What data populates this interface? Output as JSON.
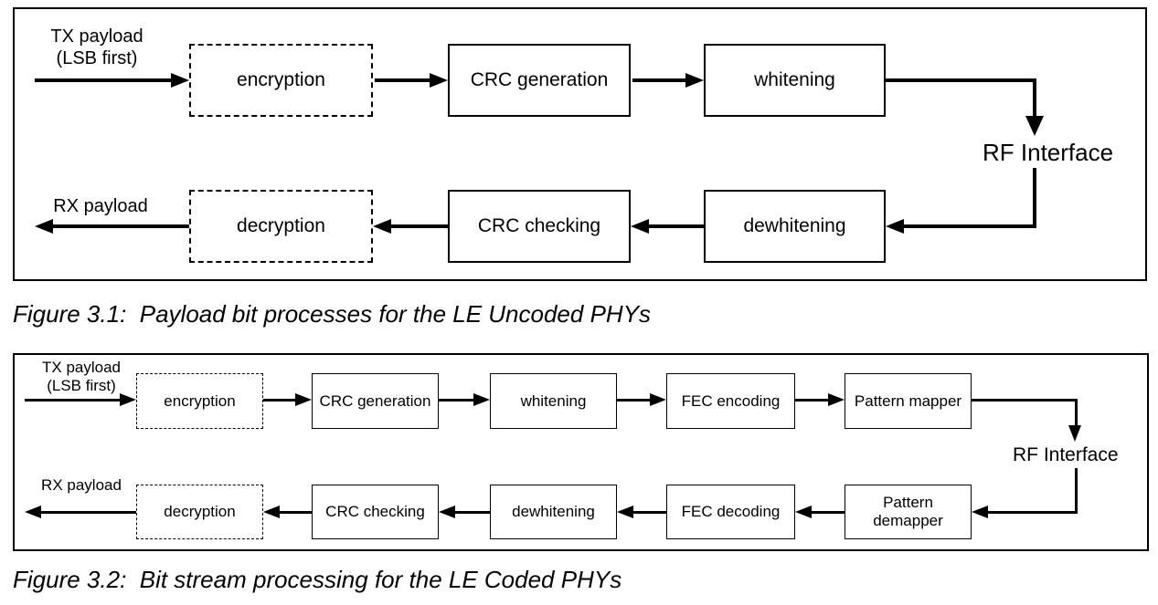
{
  "colors": {
    "ink": "#000000",
    "background": "#ffffff"
  },
  "figure1": {
    "tx_line1": "TX payload",
    "tx_line2": "(LSB first)",
    "rx_label": "RX payload",
    "rf_label": "RF Interface",
    "top_row": [
      "encryption",
      "CRC generation",
      "whitening"
    ],
    "bottom_row": [
      "decryption",
      "CRC checking",
      "dewhitening"
    ],
    "caption": "Figure 3.1:  Payload bit processes for the LE Uncoded PHYs"
  },
  "figure2": {
    "tx_line1": "TX payload",
    "tx_line2": "(LSB first)",
    "rx_label": "RX payload",
    "rf_label": "RF Interface",
    "top_row": [
      "encryption",
      "CRC generation",
      "whitening",
      "FEC encoding",
      "Pattern mapper"
    ],
    "bottom_row": [
      "decryption",
      "CRC checking",
      "dewhitening",
      "FEC decoding",
      "Pattern demapper"
    ],
    "caption": "Figure 3.2:  Bit stream processing for the LE Coded PHYs"
  }
}
